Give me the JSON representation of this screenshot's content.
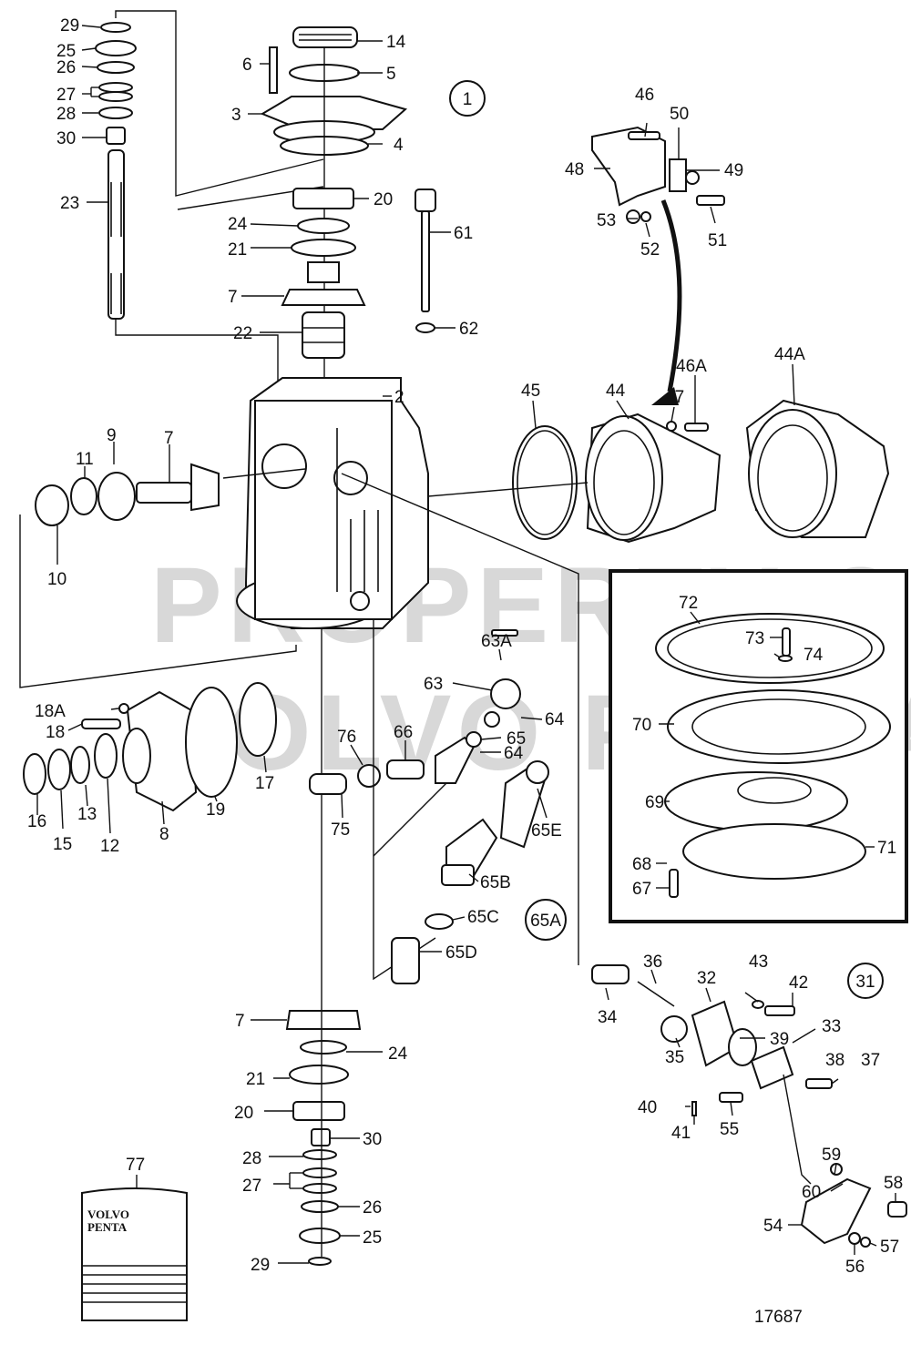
{
  "diagram": {
    "watermark_line1": "PROPERTY OF",
    "watermark_line2": "VOLVO PENTA",
    "drawing_number": "17687",
    "book": {
      "line1": "VOLVO",
      "line2": "PENTA"
    },
    "circled": [
      "1",
      "31",
      "65A"
    ],
    "labels": {
      "l29a": "29",
      "l25a": "25",
      "l26a": "26",
      "l27a": "27",
      "l28a": "28",
      "l30a": "30",
      "l23": "23",
      "l6": "6",
      "l3": "3",
      "l14": "14",
      "l5": "5",
      "l4": "4",
      "l20a": "20",
      "l24a": "24",
      "l21a": "21",
      "l7a": "7",
      "l22": "22",
      "l61": "61",
      "l62": "62",
      "l2": "2",
      "l9": "9",
      "l11": "11",
      "l7b": "7",
      "l10": "10",
      "l46": "46",
      "l50": "50",
      "l48": "48",
      "l49": "49",
      "l53": "53",
      "l52": "52",
      "l51": "51",
      "l45": "45",
      "l44": "44",
      "l46A": "46A",
      "l47": "47",
      "l44A": "44A",
      "l72": "72",
      "l73": "73",
      "l74": "74",
      "l70": "70",
      "l69": "69",
      "l71": "71",
      "l68": "68",
      "l67": "67",
      "l63A": "63A",
      "l63": "63",
      "l64a": "64",
      "l65": "65",
      "l64b": "64",
      "l66": "66",
      "l76": "76",
      "l18A": "18A",
      "l18": "18",
      "l16": "16",
      "l15": "15",
      "l13": "13",
      "l12": "12",
      "l8": "8",
      "l19": "19",
      "l17": "17",
      "l75": "75",
      "l65E": "65E",
      "l65B": "65B",
      "l65C": "65C",
      "l65D": "65D",
      "l36": "36",
      "l32": "32",
      "l43": "43",
      "l42": "42",
      "l34": "34",
      "l35": "35",
      "l39": "39",
      "l33": "33",
      "l38": "38",
      "l37": "37",
      "l40": "40",
      "l41": "41",
      "l55": "55",
      "l7c": "7",
      "l24b": "24",
      "l21b": "21",
      "l20b": "20",
      "l30b": "30",
      "l28b": "28",
      "l27b": "27",
      "l26b": "26",
      "l25b": "25",
      "l29b": "29",
      "l77": "77",
      "l59": "59",
      "l58": "58",
      "l60": "60",
      "l54": "54",
      "l57": "57",
      "l56": "56"
    }
  }
}
